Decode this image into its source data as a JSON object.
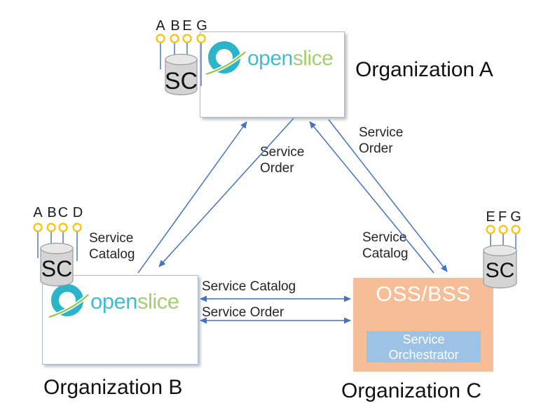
{
  "orgs": {
    "a": {
      "name": "Organization A",
      "logo": {
        "open": "open",
        "slice": "slice"
      },
      "sc": "SC",
      "ports": [
        "A",
        "B",
        "E",
        "G"
      ]
    },
    "b": {
      "name": "Organization B",
      "logo": {
        "open": "open",
        "slice": "slice"
      },
      "sc": "SC",
      "ports": [
        "A",
        "B",
        "C",
        "D"
      ],
      "catalog_note_line1": "Service",
      "catalog_note_line2": "Catalog"
    },
    "c": {
      "name": "Organization C",
      "system": "OSS/BSS",
      "orchestrator_line1": "Service",
      "orchestrator_line2": "Orchestrator",
      "sc": "SC",
      "ports": [
        "E",
        "F",
        "G"
      ]
    }
  },
  "edges": {
    "ab_order_line1": "Service",
    "ab_order_line2": "Order",
    "ac_order_line1": "Service",
    "ac_order_line2": "Order",
    "ac_catalog_line1": "Service",
    "ac_catalog_line2": "Catalog",
    "bc_catalog": "Service Catalog",
    "bc_order": "Service Order"
  },
  "colors": {
    "arrow_blue": "#4472C4",
    "port_yellow": "#FFC000",
    "oss_orange": "#F5BE97",
    "orchestrator_blue": "#9CC3E5",
    "logo_ring_teal": "#2CB5C8",
    "logo_open_cyan": "#3FBCCF",
    "logo_slice_green": "#A5CE71",
    "logo_leaf_green": "#8DC63F",
    "cylinder_gray": "#D4D4D4",
    "box_border": "#AEBACD"
  }
}
